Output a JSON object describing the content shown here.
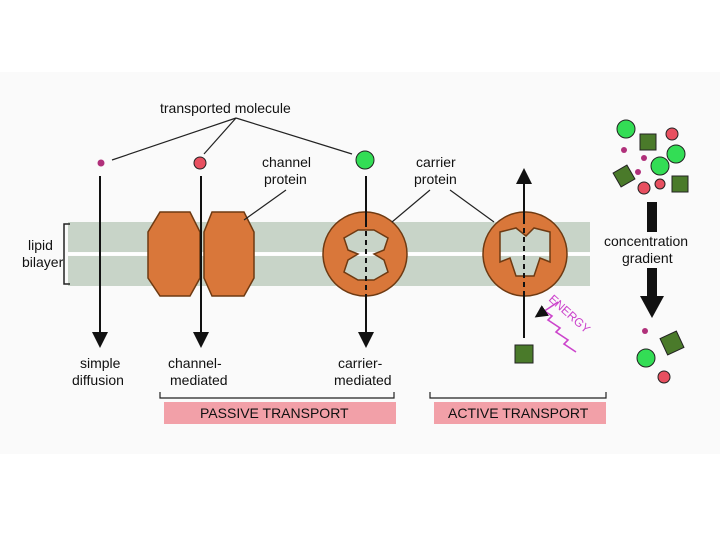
{
  "labels": {
    "transported_molecule": "transported molecule",
    "channel_protein_1": "channel",
    "channel_protein_2": "protein",
    "carrier_protein_1": "carrier",
    "carrier_protein_2": "protein",
    "lipid_bilayer_1": "lipid",
    "lipid_bilayer_2": "bilayer",
    "simple_diffusion_1": "simple",
    "simple_diffusion_2": "diffusion",
    "channel_mediated_1": "channel-",
    "channel_mediated_2": "mediated",
    "carrier_mediated_1": "carrier-",
    "carrier_mediated_2": "mediated",
    "passive_transport": "PASSIVE TRANSPORT",
    "active_transport": "ACTIVE TRANSPORT",
    "energy": "ENERGY",
    "concentration_gradient_1": "concentration",
    "concentration_gradient_2": "gradient"
  },
  "colors": {
    "membrane": "#c8d4c8",
    "protein": "#d9773a",
    "small_molecule": "#b0307a",
    "red_molecule": "#e85060",
    "green_molecule": "#33dd55",
    "square_molecule": "#4a7a2a",
    "band": "#f2a0a8",
    "energy": "#cc44cc"
  }
}
